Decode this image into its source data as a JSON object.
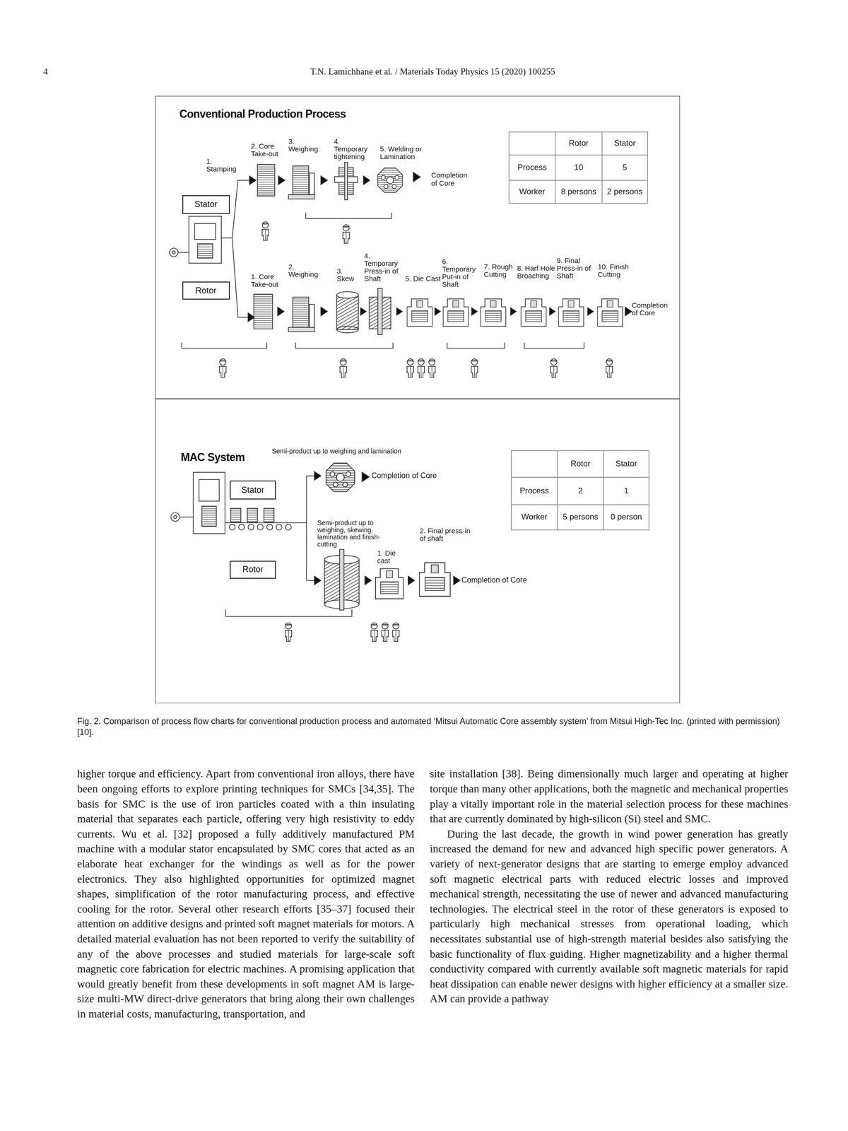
{
  "diagram": {
    "caption": "Fig. 2. Comparison of process flow charts for conventional production process and automated ‘Mitsui Automatic Core assembly system’ from Mitsui High-Tec Inc. (printed with permission) [10].",
    "nodes": [
      {
        "text": [
          "Conventional Production Process"
        ]
      },
      {
        "text": [
          "Stator"
        ],
        "in": 0
      },
      {
        "text": [
          "Rotor"
        ],
        "in": 0
      },
      {
        "text": [
          "MAC System"
        ]
      },
      {
        "text": [
          "Stator"
        ],
        "in": 3
      },
      {
        "text": [
          "Rotor"
        ],
        "in": 3
      }
    ],
    "labels": [
      "4",
      "T.N. Lamichhane et al. / Materials Today Physics 15 (2020) 100255",
      "1. Stamping",
      "2. Core Take-out",
      "3. Weighing",
      "4. Temporary tightening",
      "5. Welding or Lamination",
      "Completion of Core",
      "Rotor",
      "Stator",
      "Process",
      "10",
      "5",
      "Worker",
      "8 persons",
      "2 persons",
      "1. Core Take-out",
      "2. Weighing",
      "3. Skew",
      "4. Temporary Press-in of Shaft",
      "5. Die Cast",
      "6. Temporary Put-in of Shaft",
      "7. Rough Cutting",
      "8. Harf Hole Broaching",
      "9. Final Press-in of Shaft",
      "10. Finish Cutting",
      "Completion of Core",
      "Semi-product up to weighing and lamination",
      "Completion of Core",
      "Rotor",
      "Stator",
      "Process",
      "2",
      "1",
      "Worker",
      "5 persons",
      "0 person",
      "Semi-product up to weighing, skewing, lamination and finish-cutting",
      "1. Die cast",
      "2. Final press-in of shaft",
      "Completion of Core",
      "higher torque and efficiency. Apart from conventional iron alloys, there have been ongoing efforts to explore printing techniques for SMCs [34,35]. The basis for SMC is the use of iron particles coated with a thin insulating material that separates each particle, offering very high resistivity to eddy currents. Wu et al. [32] proposed a fully additively manufactured PM machine with a modular stator encapsulated by SMC cores that acted as an elaborate heat exchanger for the windings as well as for the power electronics. They also highlighted opportunities for optimized magnet shapes, simplification of the rotor manufacturing process, and effective cooling for the rotor. Several other research efforts [35–37] focused their attention on additive designs and printed soft magnet materials for motors. A detailed material evaluation has not been reported to verify the suitability of any of the above processes and studied materials for large-scale soft magnetic core fabrication for electric machines. A promising application that would greatly benefit from these developments in soft magnet AM is large-size multi-MW direct-drive generators that bring along their own challenges in material costs, manufacturing, transportation, and",
      "site installation [38]. Being dimensionally much larger and operating at higher torque than many other applications, both the magnetic and mechanical properties play a vitally important role in the material selection process for these machines that are currently dominated by high-silicon (Si) steel and SMC.",
      "During the last decade, the growth in wind power generation has greatly increased the demand for new and advanced high specific power generators. A variety of next-generator designs that are starting to emerge employ advanced soft magnetic electrical parts with reduced electric losses and improved mechanical strength, necessitating the use of newer and advanced manufacturing technologies. The electrical steel in the rotor of these generators is exposed to particularly high mechanical stresses from operational loading, which necessitates substantial use of high-strength material besides also satisfying the basic functionality of flux guiding. Higher magnetizability and a higher thermal conductivity compared with currently available soft magnetic materials for rapid heat dissipation can enable newer designs with higher efficiency at a smaller size. AM can provide a pathway"
    ]
  }
}
